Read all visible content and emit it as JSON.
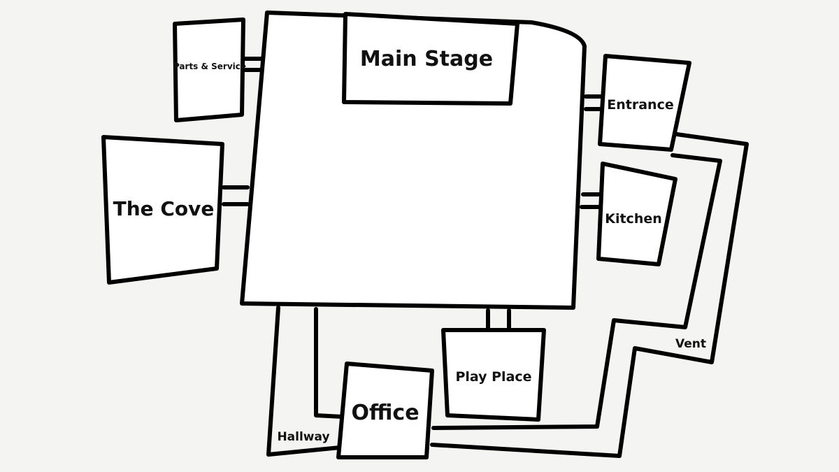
{
  "rooms": {
    "main_stage": "Main Stage",
    "parts_service": "Parts & Service",
    "the_cove": "The Cove",
    "entrance": "Entrance",
    "kitchen": "Kitchen",
    "play_place": "Play Place",
    "office": "Office"
  },
  "passages": {
    "hallway": "Hallway",
    "vent": "Vent"
  }
}
